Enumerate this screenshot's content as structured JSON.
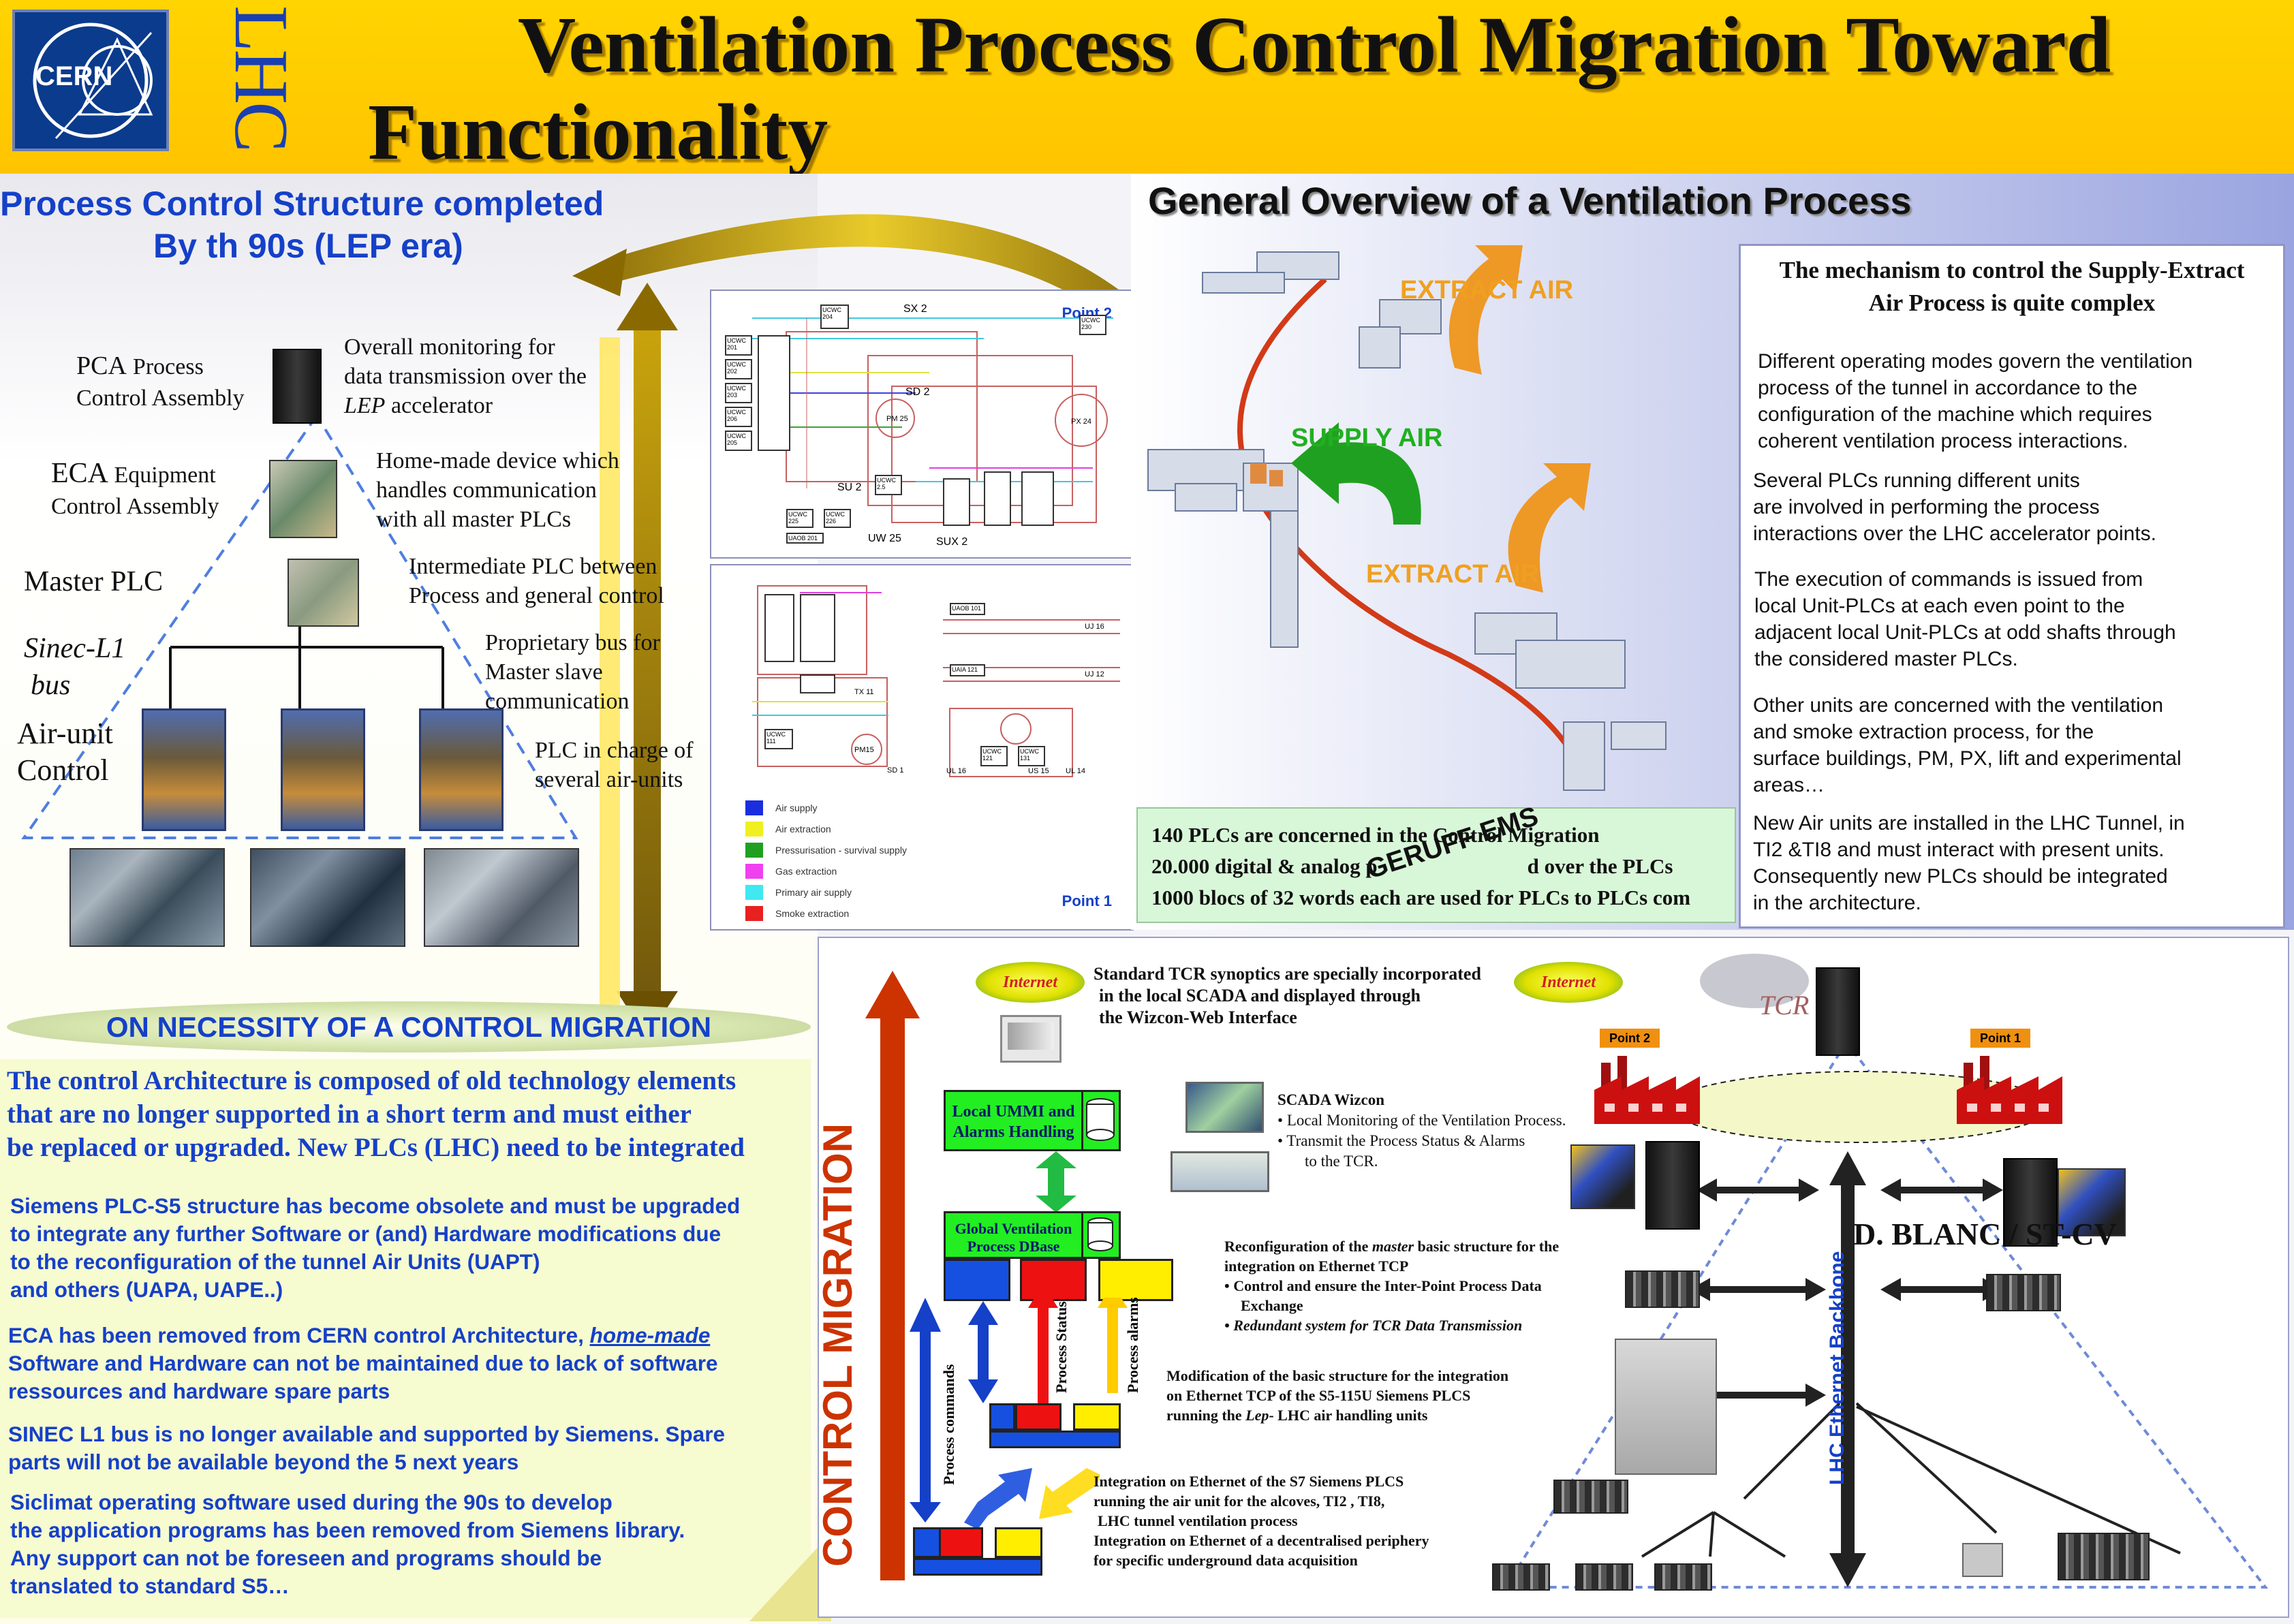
{
  "header": {
    "title_line1": "Ventilation Process Control Migration Toward",
    "title_line2": "Functionality",
    "logo_text": "CERN",
    "vertical_text": "LHC"
  },
  "structure": {
    "heading_line1": "Process Control Structure completed",
    "heading_line2": "By th 90s (LEP era)",
    "pca_label_1": "PCA",
    "pca_label_2": "Process",
    "pca_label_3": "Control Assembly",
    "eca_label_1": "ECA",
    "eca_label_2": "Equipment",
    "eca_label_3": "Control Assembly",
    "master_plc": "Master PLC",
    "sinec_1": "Sinec-L1",
    "sinec_2": "bus",
    "airunit_1": "Air-unit",
    "airunit_2": "Control",
    "desc_pca_1": "Overall monitoring for",
    "desc_pca_2": "data transmission over the",
    "desc_pca_3a": "LEP",
    "desc_pca_3b": " accelerator",
    "desc_eca_1": "Home-made device which",
    "desc_eca_2": "handles communication",
    "desc_eca_3": "with all master PLCs",
    "desc_int_1": "Intermediate PLC between",
    "desc_int_2": "Process and general control",
    "desc_bus_1": "Proprietary bus for",
    "desc_bus_2": "Master slave",
    "desc_bus_3": "communication",
    "desc_plc_1": "PLC in charge of",
    "desc_plc_2": "several air-units"
  },
  "necessity": {
    "banner": "ON NECESSITY OF A CONTROL MIGRATION",
    "intro_1": "The control Architecture is composed of old technology elements",
    "intro_2": "that are no longer supported in a short term and must either",
    "intro_3": "be replaced or upgraded. New PLCs (LHC) need to be integrated",
    "p1_1": "Siemens PLC-S5 structure has become obsolete and must be upgraded",
    "p1_2": "to integrate any further Software or (and) Hardware modifications due",
    "p1_3": "to the reconfiguration of the tunnel  Air Units  (UAPT)",
    "p1_4": "and others (UAPA, UAPE..)",
    "p2_1a": "ECA  has been removed from CERN control Architecture, ",
    "p2_1b": "home-made",
    "p2_2": "Software and Hardware can not be maintained due to lack of software",
    "p2_3": "ressources and hardware spare parts",
    "p3_1": "SINEC L1 bus is no longer available and supported by Siemens. Spare",
    "p3_2": "parts will not be available beyond the 5 next years",
    "p4_1": "Siclimat operating software used during the 90s to develop",
    "p4_2": "the application programs has been removed from Siemens library.",
    "p4_3": "Any support can not be foreseen and programs should be",
    "p4_4": "translated to standard S5…"
  },
  "schematic": {
    "point2": "Point 2",
    "point1": "Point 1",
    "legend": [
      "Air supply",
      "Air extraction",
      "Pressurisation - survival supply",
      "Gas extraction",
      "Primary air supply",
      "Smoke extraction"
    ],
    "legend_colors": [
      "#1a2ee0",
      "#f0f020",
      "#20a020",
      "#f040f0",
      "#40e8f0",
      "#e82020"
    ],
    "labels": {
      "sx2": "SX 2",
      "sd2": "SD 2",
      "su2": "SU 2",
      "sux2": "SUX 2",
      "uw25": "UW 25",
      "pm25": "PM 25",
      "px24": "PX 24",
      "tx11": "TX 11",
      "sd1": "SD 1",
      "uj16": "UJ 16",
      "uj12": "UJ 12",
      "pm15": "PM15",
      "us15": "US 15",
      "ul16": "UL 16",
      "ul14": "UL 14"
    }
  },
  "overview": {
    "heading": "General Overview of a Ventilation Process",
    "extract_air_1": "EXTRACT AIR",
    "supply_air": "SUPPLY AIR",
    "extract_air_2": "EXTRACT AIR",
    "mech_title_1": "The mechanism to control the Supply-Extract",
    "mech_title_2": "Air Process is quite complex",
    "mech_p1_1": "Different operating modes govern the ventilation",
    "mech_p1_2": "process of the tunnel in accordance to the",
    "mech_p1_3": "configuration of the machine which requires",
    "mech_p1_4": "coherent ventilation process interactions.",
    "mech_p2_1": "Several PLCs running different units",
    "mech_p2_2": "are involved in performing the process",
    "mech_p2_3": "interactions over the LHC accelerator points.",
    "mech_p3_1": "The execution of commands is issued  from",
    "mech_p3_2": "local Unit-PLCs at each even point to the",
    "mech_p3_3": "adjacent local  Unit-PLCs at odd shafts through",
    "mech_p3_4": "the considered master PLCs.",
    "mech_p4_1": "Other units are concerned with the ventilation",
    "mech_p4_2": "and smoke extraction process,  for the",
    "mech_p4_3": "surface buildings, PM, PX, lift and experimental",
    "mech_p4_4": "areas…",
    "mech_p5_1": "New Air units are installed in the LHC Tunnel, in",
    "mech_p5_2": "TI2 &TI8 and must interact with present units.",
    "mech_p5_3": "Consequently new PLCs should be integrated",
    "mech_p5_4": "in the architecture.",
    "plc_line1": "140  PLCs are concerned in the Control Migration",
    "plc_line2_a": "20.000 digital & analog p",
    "plc_line2_b": "d over the PLCs",
    "plc_line3": "1000 blocs of 32 words each are used for PLCs to PLCs com",
    "stamp": "GERUFF EMS"
  },
  "migration": {
    "vertical_label": "CONTROL MIGRATION",
    "internet_1": "Internet",
    "internet_2": "Internet",
    "tcr_text_1": "Standard TCR synoptics are specially incorporated",
    "tcr_text_2": "in the local SCADA and displayed through",
    "tcr_text_3": "the Wizcon-Web Interface",
    "local_ummi_1": "Local UMMI and",
    "local_ummi_2": "Alarms Handling",
    "global_db_1": "Global Ventilation",
    "global_db_2": "Process DBase",
    "scada_title": "SCADA Wizcon",
    "scada_b1": "Local Monitoring of the Ventilation Process.",
    "scada_b2_1": "Transmit the Process Status & Alarms",
    "scada_b2_2": "to the TCR.",
    "process_commands": "Process commands",
    "process_status": "Process Status",
    "process_alarms": "Process alarms",
    "reconf_1a": "Reconfiguration of the ",
    "reconf_1b": "master",
    "reconf_1c": " basic structure for the",
    "reconf_2": "integration on Ethernet TCP",
    "reconf_3": "• Control and ensure the Inter-Point Process Data",
    "reconf_4": "Exchange",
    "reconf_5": "• Redundant system for TCR Data Transmission",
    "modif_1": "Modification of the basic structure for the integration",
    "modif_2": "on Ethernet TCP of the S5-115U Siemens PLCS",
    "modif_3a": "running the ",
    "modif_3b": "Lep",
    "modif_3c": "- LHC  air handling units",
    "integ_1": "Integration on Ethernet of the S7 Siemens PLCS",
    "integ_2": "running the air unit for the alcoves, TI2 , TI8,",
    "integ_3": "LHC tunnel ventilation process",
    "integ_4": "Integration on Ethernet of a decentralised periphery",
    "integ_5": "for specific underground data acquisition",
    "tcr_label": "TCR",
    "point2": "Point 2",
    "point1": "Point 1",
    "author": "D. BLANC /  ST-CV",
    "backbone": "LHC Ethernet Backbone"
  },
  "colors": {
    "header_yellow": "#ffcc00",
    "title_blue": "#1540c8",
    "migration_red": "#cc3300"
  }
}
